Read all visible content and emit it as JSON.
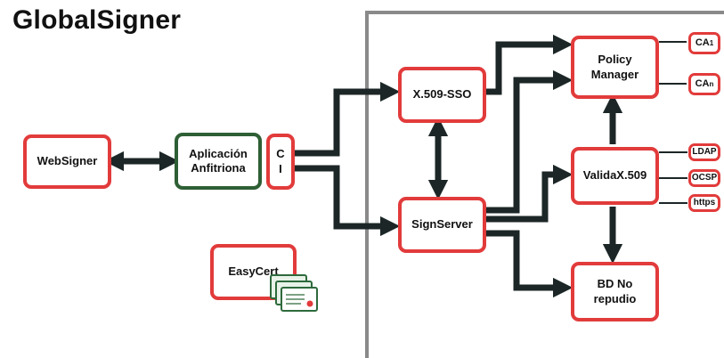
{
  "title": "GlobalSigner",
  "nodes": {
    "websigner": "WebSigner",
    "aplicacion": "Aplicación\nAnfitriona",
    "ci": "C\nI",
    "x509sso": "X.509-SSO",
    "signserver": "SignServer",
    "policy": "Policy\nManager",
    "valida": "ValidaX.509",
    "bd": "BD No\nrepudio",
    "easycert": "EasyCert",
    "ca1": "CA",
    "ca1_sub": "1",
    "can": "CA",
    "can_sub": "n",
    "ldap": "LDAP",
    "ocsp": "OCSP",
    "https": "https"
  },
  "colors": {
    "red": "#e23b3b",
    "green": "#2e5f35",
    "arrow": "#1c2626",
    "frame": "#8a8a8a"
  },
  "icons": {
    "easycert_badge": "certificate-stack-icon"
  }
}
